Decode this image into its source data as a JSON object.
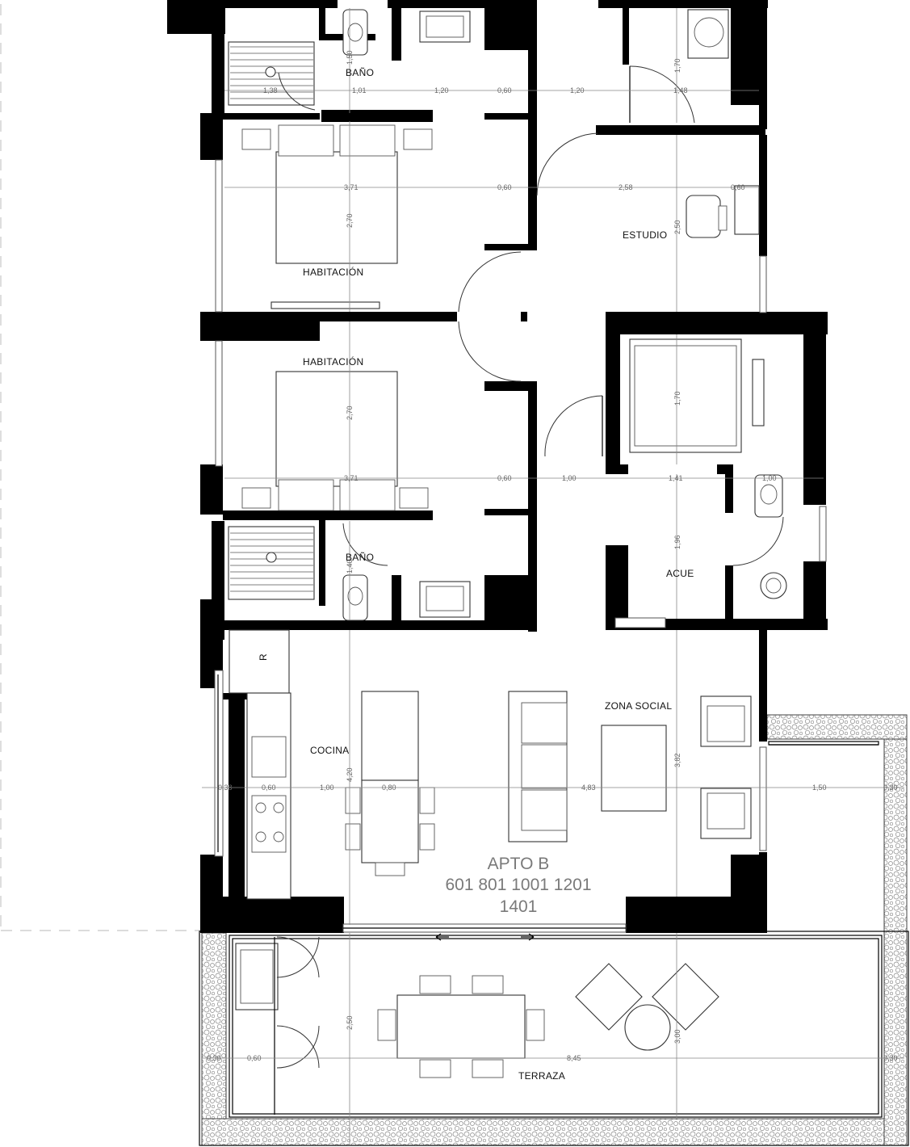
{
  "rooms": {
    "bano_top": "BAÑO",
    "habitacion_1": "HABITACIÓN",
    "estudio": "ESTUDIO",
    "habitacion_2": "HABITACIÓN",
    "bano_bottom": "BAÑO",
    "acue": "ACUE",
    "zona_social": "ZONA SOCIAL",
    "cocina": "COCINA",
    "terraza": "TERRAZA"
  },
  "apartment": {
    "name": "APTO B",
    "units_line1": "601 801 1001 1201",
    "units_line2": "1401"
  },
  "fridge_label": "R",
  "dimensions": {
    "d_138": "1,38",
    "d_101": "1,01",
    "d_120a": "1,20",
    "d_060a": "0,60",
    "d_120b": "1,20",
    "d_148": "1,48",
    "d_150": "1,50",
    "d_170a": "1,70",
    "d_371a": "3,71",
    "d_060b": "0,60",
    "d_258": "2,58",
    "d_060c": "0,60",
    "d_270a": "2,70",
    "d_250a": "2,50",
    "d_270b": "2,70",
    "d_170b": "1,70",
    "d_371b": "3,71",
    "d_060d": "0,60",
    "d_100a": "1,00",
    "d_141": "1,41",
    "d_100b": "1,00",
    "d_140": "1,40",
    "d_196": "1,96",
    "d_038": "0,38",
    "d_060e": "0,60",
    "d_100c": "1,00",
    "d_080": "0,80",
    "d_483": "4,83",
    "d_150b": "1,50",
    "d_030a": "0,30",
    "d_420": "4,20",
    "d_382": "3,82",
    "d_250b": "2,50",
    "d_300": "3,00",
    "d_030b": "0,30",
    "d_060f": "0,60",
    "d_845": "8,45",
    "d_030c": "0,30"
  }
}
